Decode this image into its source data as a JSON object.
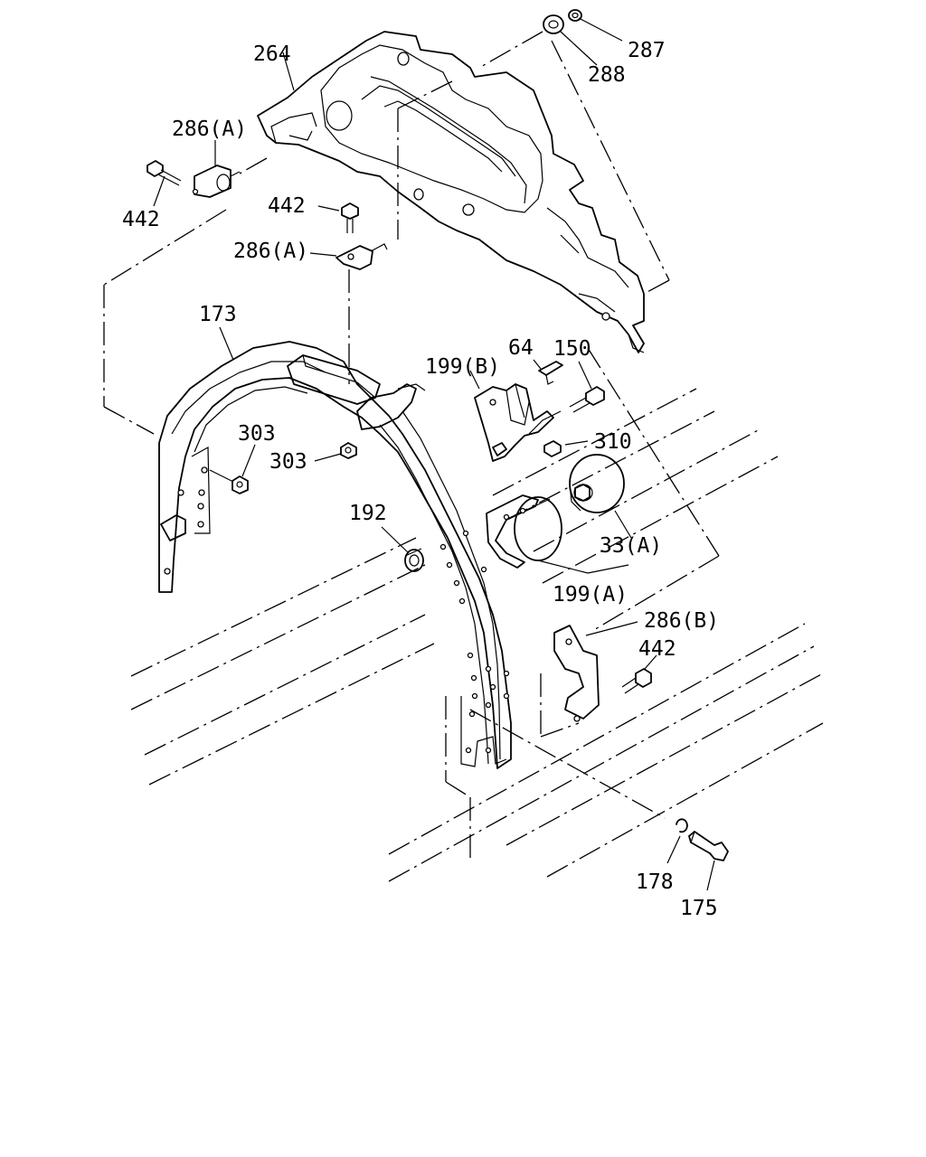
{
  "diagram": {
    "type": "exploded-parts-diagram",
    "callouts": {
      "c264": "264",
      "c287": "287",
      "c288": "288",
      "c286a_top": "286(A)",
      "c442_left": "442",
      "c442_mid": "442",
      "c286a_mid": "286(A)",
      "c173": "173",
      "c64": "64",
      "c150": "150",
      "c199b": "199(B)",
      "c303_a": "303",
      "c303_b": "303",
      "c310": "310",
      "c192": "192",
      "c33a": "33(A)",
      "c199a": "199(A)",
      "c286b": "286(B)",
      "c442_right": "442",
      "c178": "178",
      "c175": "175"
    }
  }
}
